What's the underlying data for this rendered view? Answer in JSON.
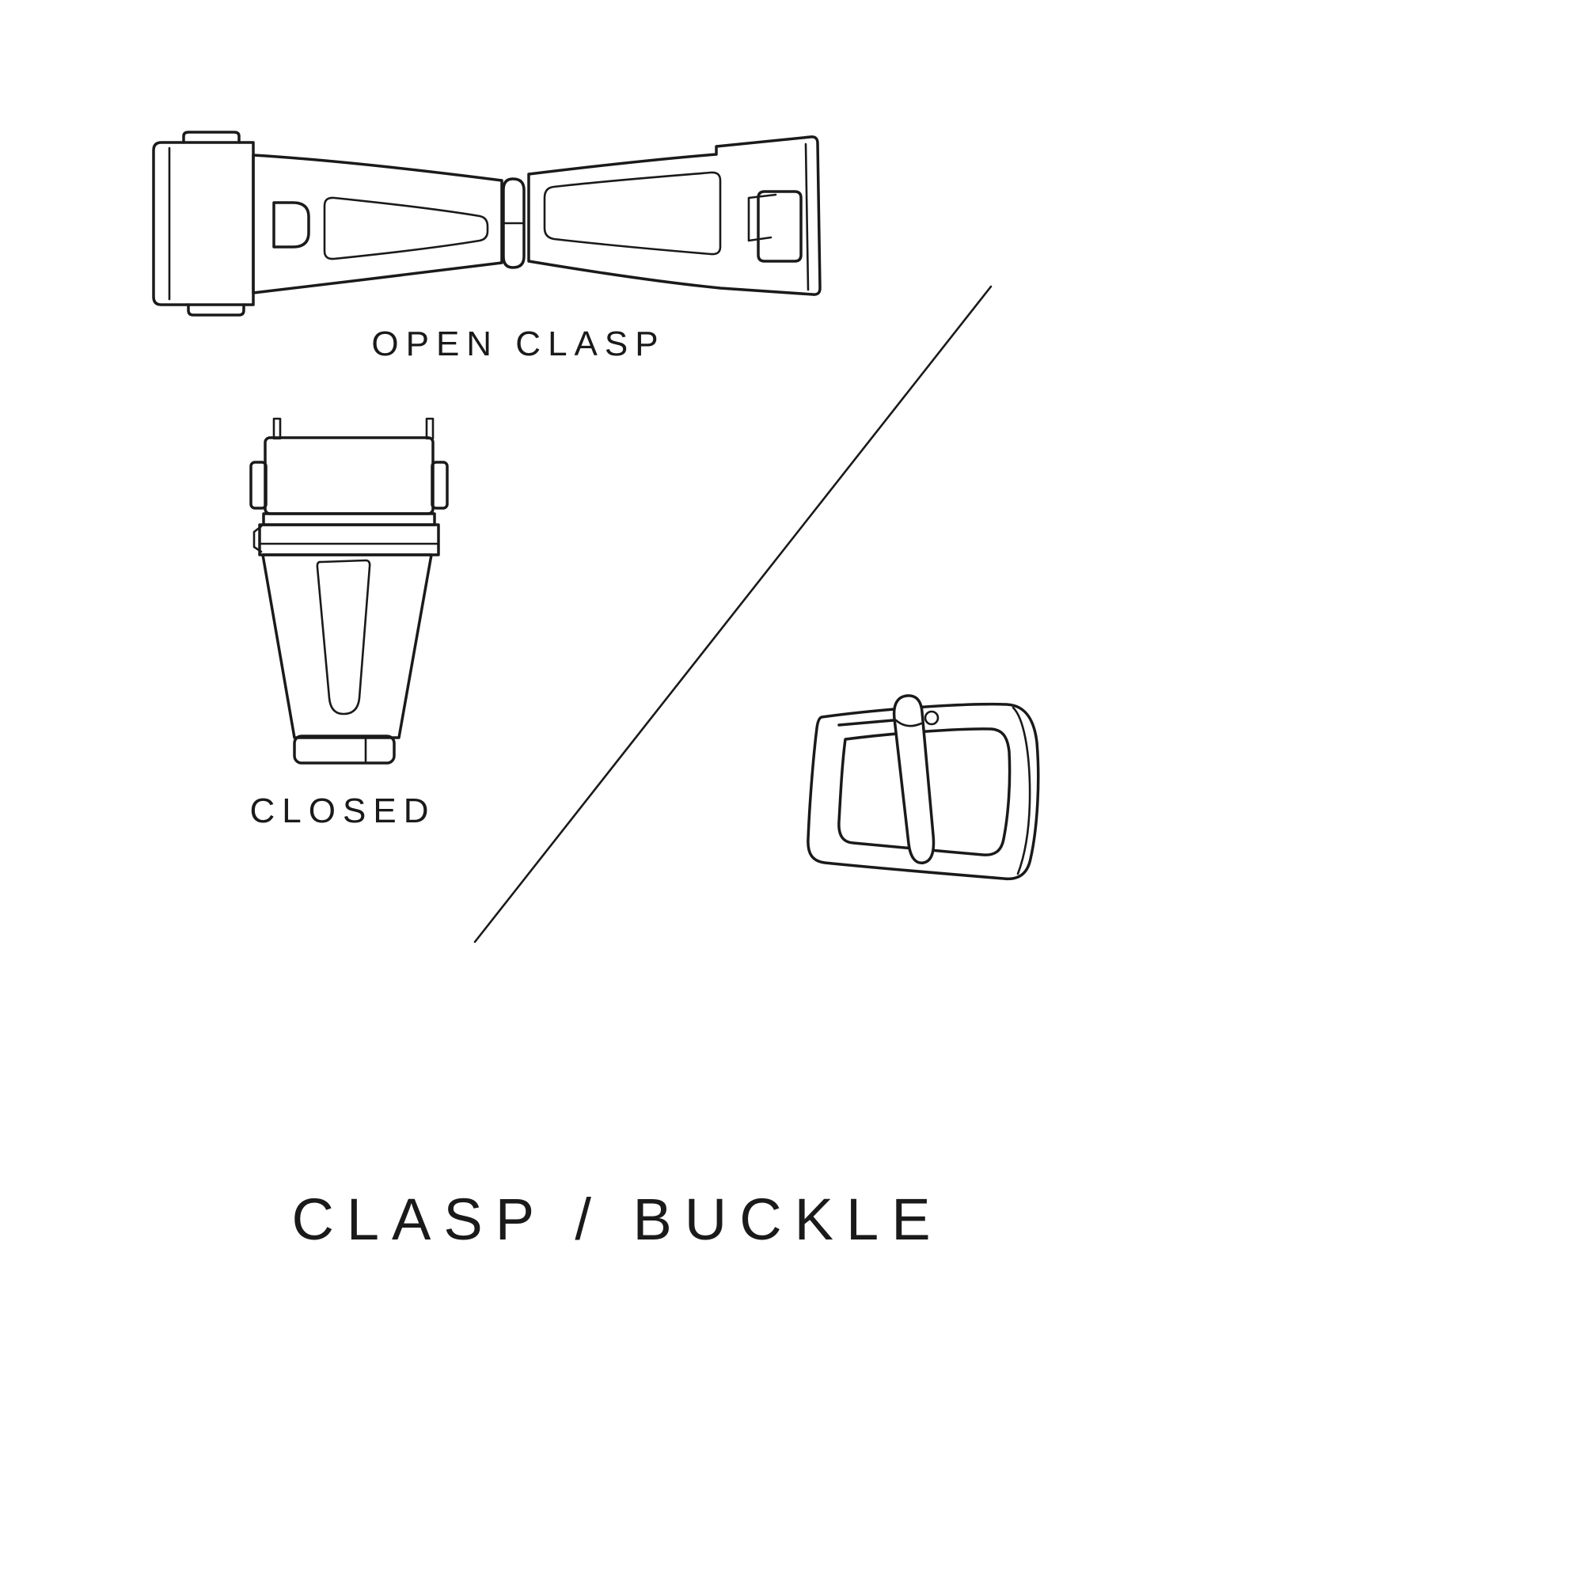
{
  "labels": {
    "open_clasp": "OPEN CLASP",
    "closed": "CLOSED",
    "title": "CLASP / BUCKLE"
  },
  "illustrations": {
    "open_clasp": "open-clasp-drawing",
    "closed_clasp": "closed-clasp-drawing",
    "buckle": "buckle-drawing",
    "divider": "diagonal-divider-line"
  },
  "colors": {
    "line": "#1a1a1a",
    "background": "#ffffff",
    "text": "#1a1a1a"
  }
}
